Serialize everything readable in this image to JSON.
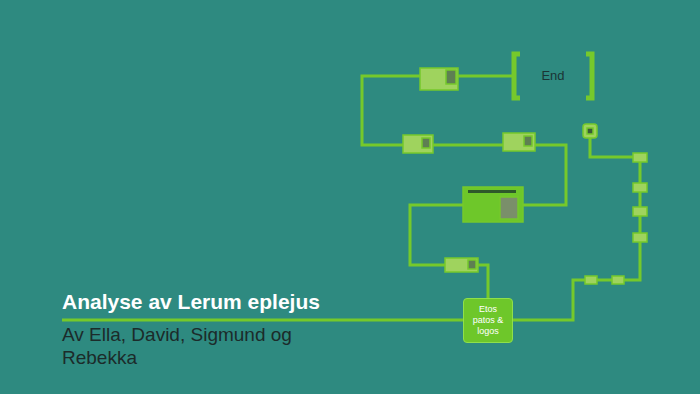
{
  "diagram": {
    "title": "Analyse av Lerum eplejus",
    "nodes": [
      {
        "text": [
          "Etos patos & logos"
        ]
      },
      {
        "text": [
          "End"
        ]
      }
    ],
    "edges": [
      {
        "from": 0,
        "to": 1,
        "arrow": "none"
      }
    ],
    "labels": [
      "Av Ella, David, Sigmund og Rebekka"
    ]
  }
}
